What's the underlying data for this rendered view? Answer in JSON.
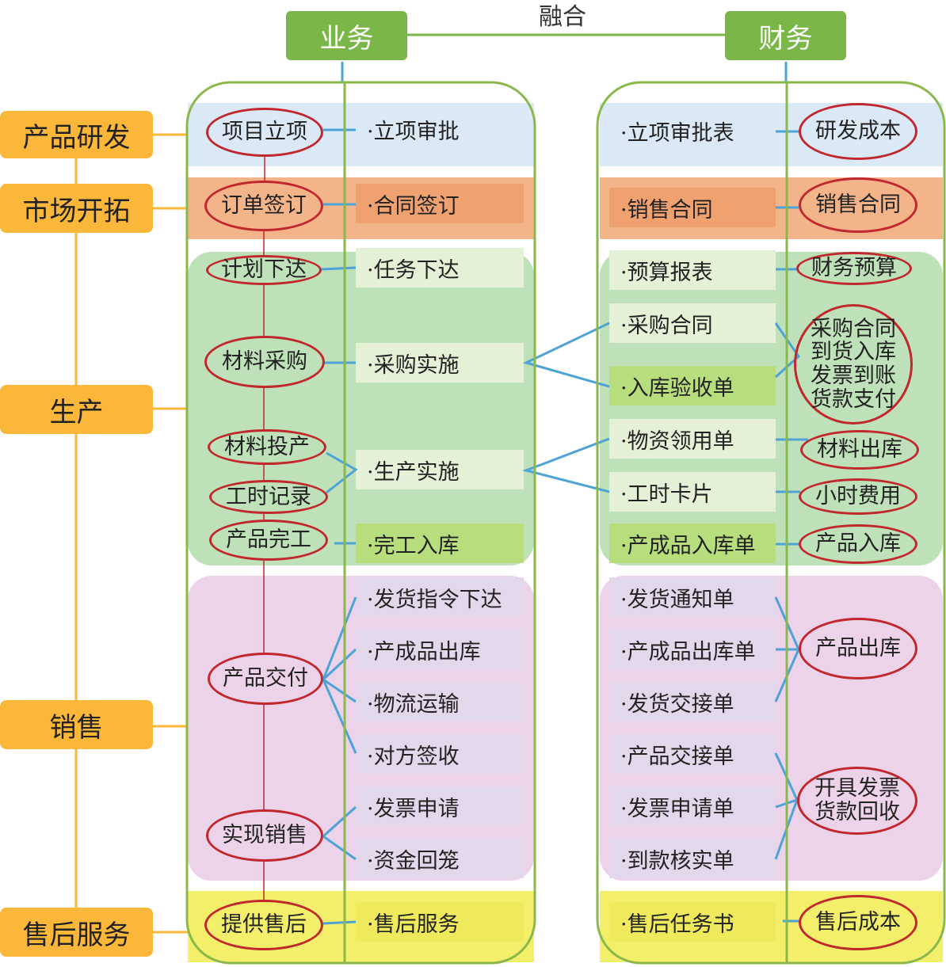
{
  "header": {
    "business": "业务",
    "finance": "财务",
    "fusion": "融合"
  },
  "stages": [
    "产品研发",
    "市场开拓",
    "生产",
    "销售",
    "售后服务"
  ],
  "business_nodes": [
    "项目立项",
    "订单签订",
    "计划下达",
    "材料采购",
    "材料投产",
    "工时记录",
    "产品完工",
    "产品交付",
    "实现销售",
    "提供售后"
  ],
  "business_activities": [
    "·立项审批",
    "·合同签订",
    "·任务下达",
    "·采购实施",
    "·生产实施",
    "·完工入库",
    "·发货指令下达",
    "·产成品出库",
    "·物流运输",
    "·对方签收",
    "·发票申请",
    "·资金回笼",
    "·售后服务"
  ],
  "finance_documents": [
    "·立项审批表",
    "·销售合同",
    "·预算报表",
    "·采购合同",
    "·入库验收单",
    "·物资领用单",
    "·工时卡片",
    "·产成品入库单",
    "·发货通知单",
    "·产成品出库单",
    "·发货交接单",
    "·产品交接单",
    "·发票申请单",
    "·到款核实单",
    "·售后任务书"
  ],
  "finance_nodes": {
    "rd_cost": "研发成本",
    "sales_contract": "销售合同",
    "budget": "财务预算",
    "purchase_lines": [
      "采购合同",
      "到货入库",
      "发票到账",
      "货款支付"
    ],
    "material_out": "材料出库",
    "hour_cost": "小时费用",
    "product_in": "产品入库",
    "product_out": "产品出库",
    "invoice_lines": [
      "开具发票",
      "货款回收"
    ],
    "after_sales_cost": "售后成本"
  },
  "colors": {
    "header_green": "#7ab648",
    "stage_orange": "#fbb73a",
    "oval_red": "#c0282e",
    "connector_blue": "#4ea3d6",
    "band_rd": "#dbe9f6",
    "band_market": "#f0a878",
    "band_production": "#b5dcb0",
    "band_sales": "#e8cde6",
    "band_after": "#f3ef6a"
  }
}
